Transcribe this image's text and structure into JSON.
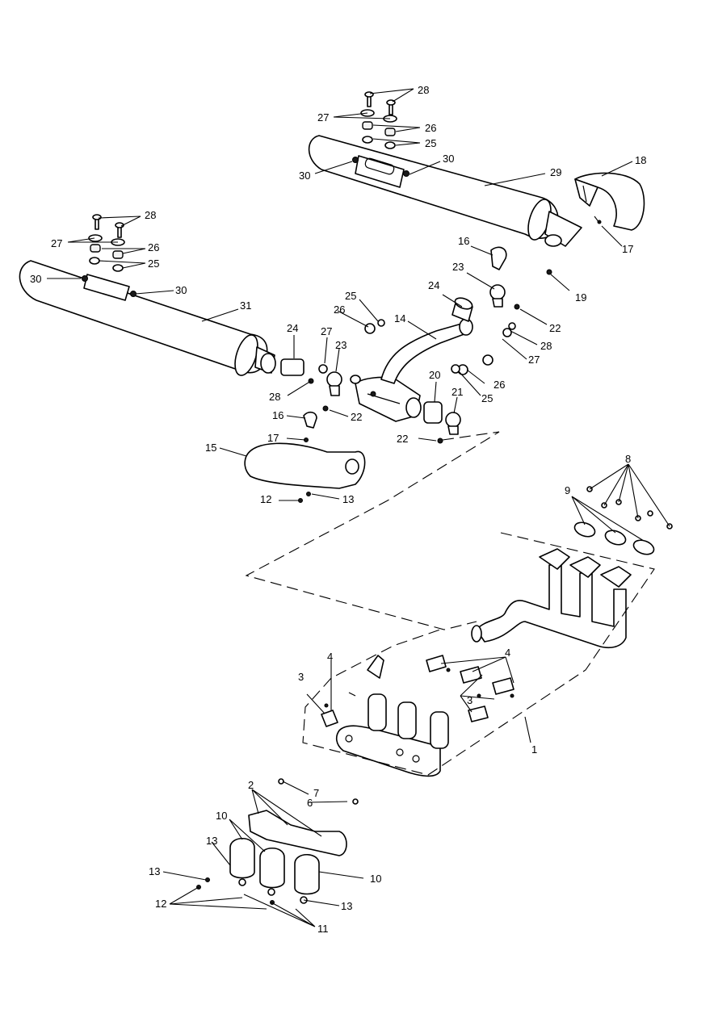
{
  "callouts": {
    "c1": "1",
    "c2": "2",
    "c3": "3",
    "c4": "4",
    "c6": "6",
    "c7": "7",
    "c8": "8",
    "c9": "9",
    "c10": "10",
    "c11": "11",
    "c12": "12",
    "c13": "13",
    "c14": "14",
    "c15": "15",
    "c16": "16",
    "c17": "17",
    "c18": "18",
    "c19": "19",
    "c20": "20",
    "c21": "21",
    "c22": "22",
    "c23": "23",
    "c24": "24",
    "c25": "25",
    "c26": "26",
    "c27": "27",
    "c28": "28",
    "c29": "29",
    "c30": "30",
    "c31": "31"
  }
}
